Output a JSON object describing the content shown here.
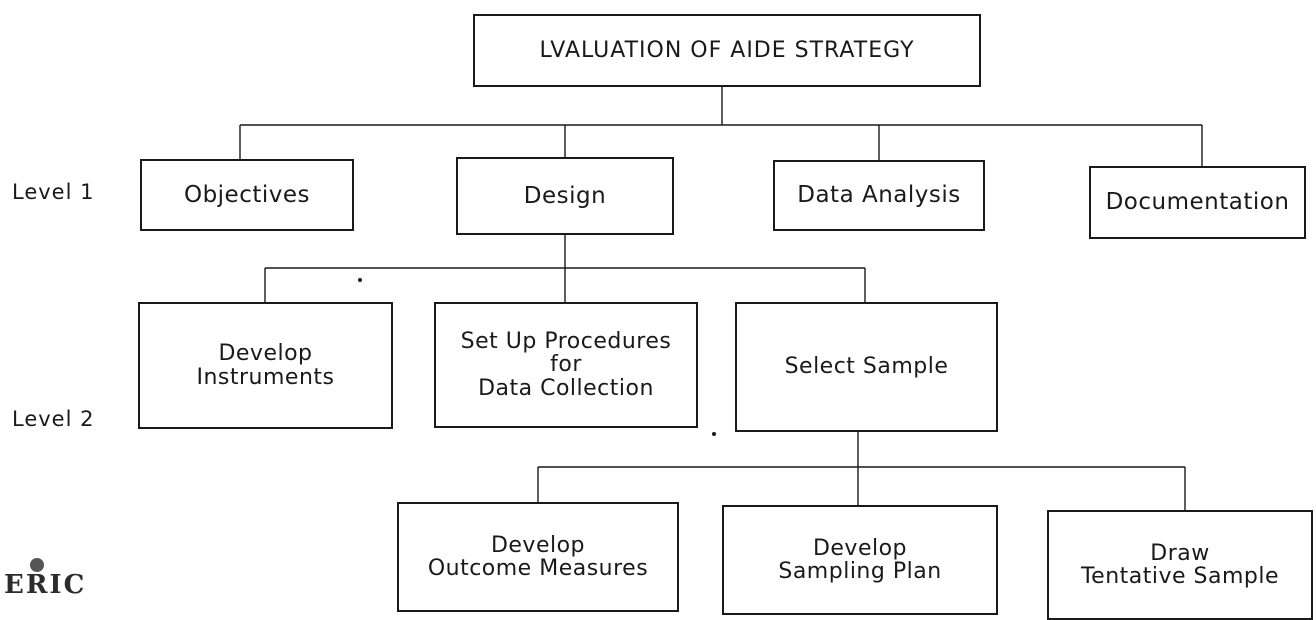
{
  "diagram": {
    "root": {
      "label": "LVALUATION OF AIDE STRATEGY"
    },
    "level_labels": {
      "level1": "Level 1",
      "level2": "Level 2"
    },
    "level1": [
      {
        "label": "Objectives"
      },
      {
        "label": "Design"
      },
      {
        "label": "Data Analysis"
      },
      {
        "label": "Documentation"
      }
    ],
    "level2": [
      {
        "label": "Develop\nInstruments"
      },
      {
        "label": "Set Up Procedures\nfor\nData Collection"
      },
      {
        "label": "Select Sample"
      }
    ],
    "level3": [
      {
        "label": "Develop\nOutcome Measures"
      },
      {
        "label": "Develop\nSampling Plan"
      },
      {
        "label": "Draw\nTentative Sample"
      }
    ]
  },
  "logo": {
    "text": "ERIC"
  }
}
